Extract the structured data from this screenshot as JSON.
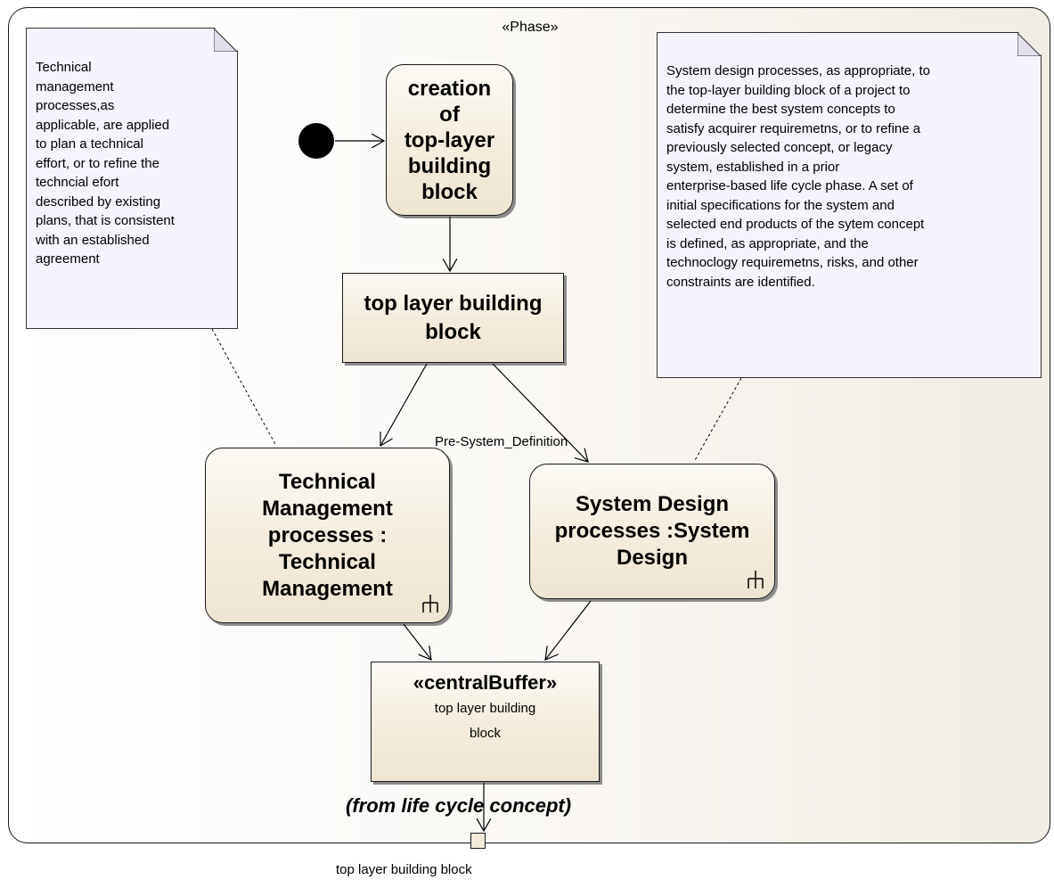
{
  "diagram": {
    "stereotype_label": "«Phase»",
    "notes": {
      "left": "Technical\nmanagement\nprocesses,as\napplicable, are applied\nto plan a technical\neffort, or to refine the\ntechncial efort\ndescribed by existing\nplans, that is consistent\nwith an established\nagreement",
      "right": "System design processes, as appropriate, to\nthe top-layer building block of a project to\ndetermine the best system concepts to\nsatisfy acquirer requiremetns, or to refine a\npreviously selected concept, or legacy\nsystem, established in a prior\nenterprise-based life cycle phase. A set of\ninitial specifications for the system and\nselected end products of the sytem concept\nis defined, as appropriate, and the\ntechnoclogy requiremetns, risks, and other\nconstraints are identified."
    },
    "nodes": {
      "creation": "creation\nof\ntop-layer\nbuilding\nblock",
      "top_layer": "top layer building\nblock",
      "technical_management": "Technical\nManagement\nprocesses :\nTechnical\nManagement",
      "system_design": "System Design\nprocesses :System\nDesign",
      "central_buffer": {
        "stereotype": "«centralBuffer»",
        "name": "top layer building\nblock"
      }
    },
    "flow_label": "Pre-System_Definition",
    "from_label": "(from life cycle concept)",
    "pin_label": "top layer building block"
  },
  "icons": [
    "initial-node-icon",
    "rake-icon",
    "rake-icon"
  ],
  "colors": {
    "node_fill": "#f4ecdd",
    "note_fill": "#f5f3fb",
    "border": "#1a1a1a",
    "shadow": "#8c8c8c"
  }
}
